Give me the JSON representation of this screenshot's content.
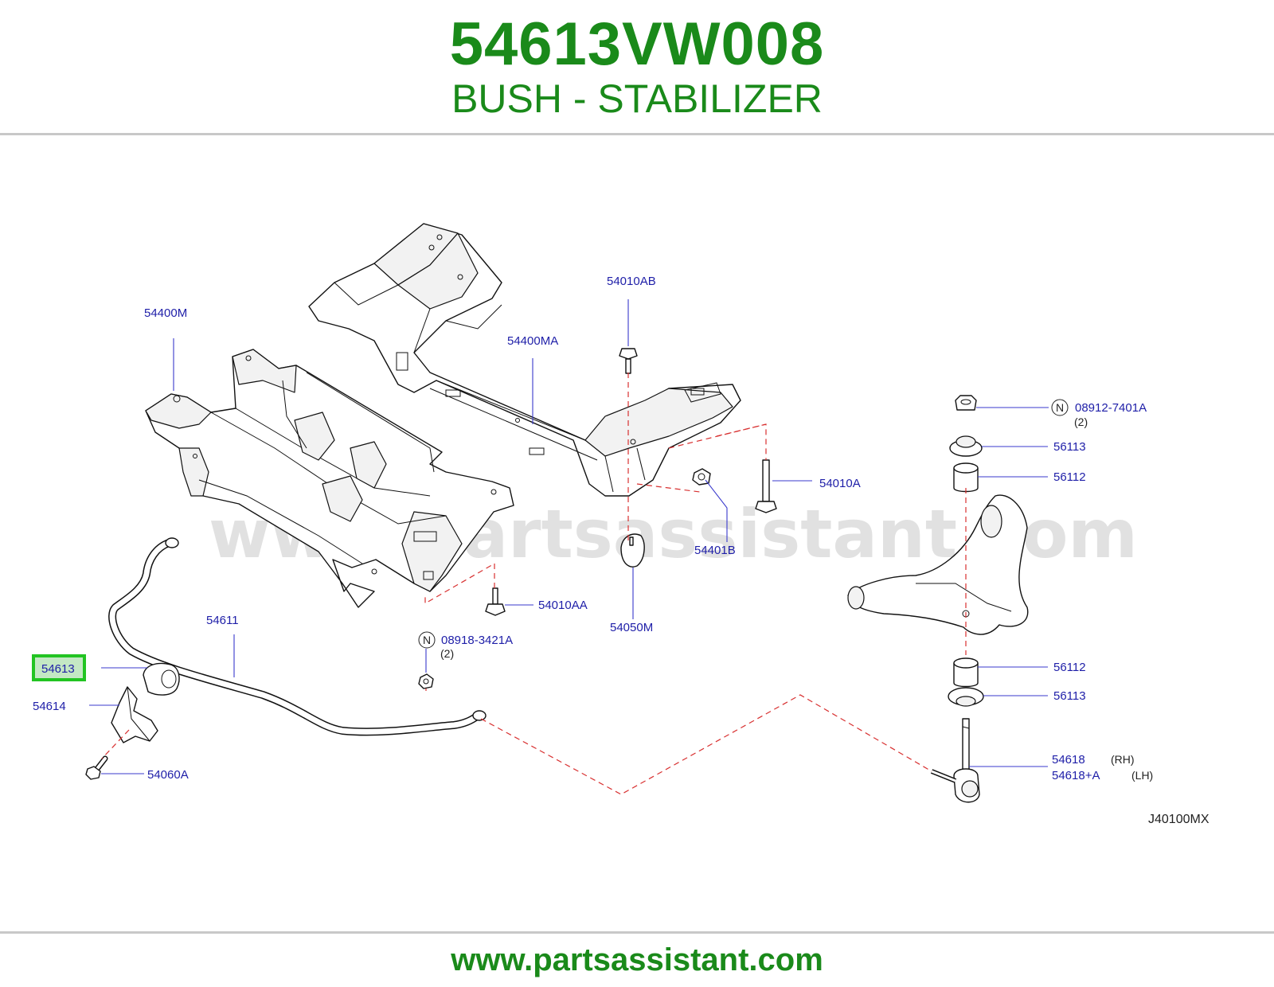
{
  "header": {
    "part_number": "54613VW008",
    "part_name": "BUSH - STABILIZER"
  },
  "diagram": {
    "watermark": "www.partsassistant.com",
    "code": "J40100MX",
    "callouts": {
      "c54400M": "54400M",
      "c54400MA": "54400MA",
      "c54010AB": "54010AB",
      "c08912": "08912-7401A",
      "c08912_qty": "(2)",
      "c56113_top": "56113",
      "c56112_top": "56112",
      "c54010A": "54010A",
      "c54401B": "54401B",
      "c54010AA": "54010AA",
      "c54050M": "54050M",
      "c54611": "54611",
      "c08918": "08918-3421A",
      "c08918_qty": "(2)",
      "c54613": "54613",
      "c54614": "54614",
      "c54060A": "54060A",
      "c56112_bot": "56112",
      "c56113_bot": "56113",
      "c54618": "54618",
      "c54618_rh": "(RH)",
      "c54618A": "54618+A",
      "c54618_lh": "(LH)",
      "n_marker": "N"
    },
    "highlighted": "54613",
    "highlight_color": "#22c422"
  },
  "footer": {
    "url": "www.partsassistant.com"
  }
}
